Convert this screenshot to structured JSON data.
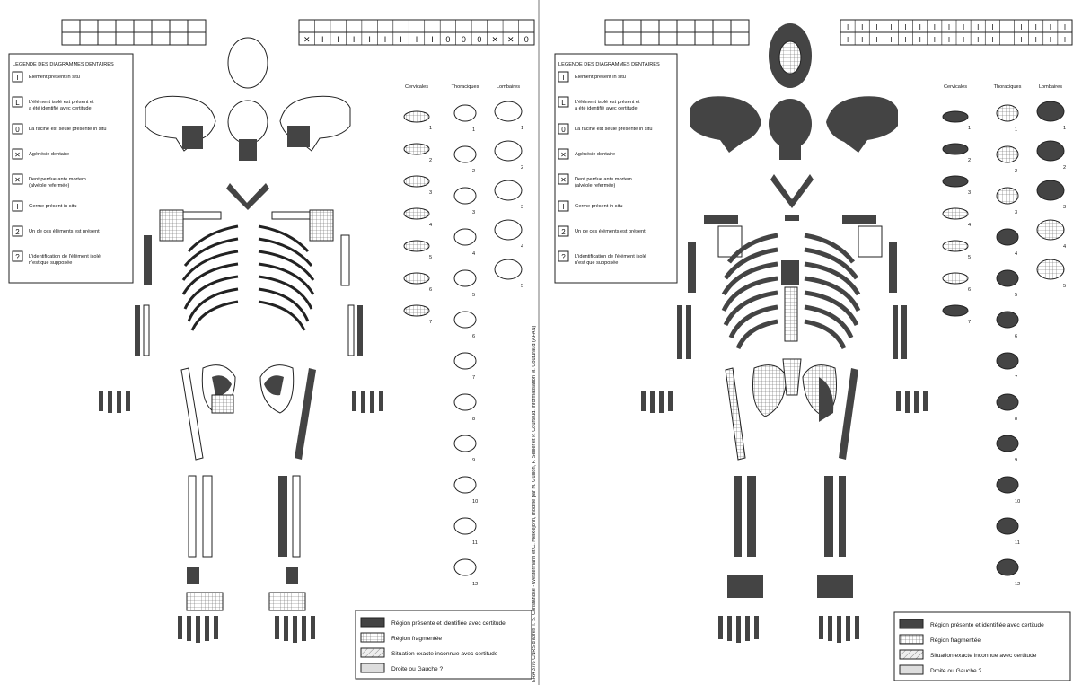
{
  "colors": {
    "present": "#444444",
    "outline": "#222222",
    "paper": "#ffffff",
    "fragment_grid": "#666666",
    "uncertain": "#dddddd"
  },
  "sheets": [
    {
      "legend": {
        "title": "LEGENDE DES DIAGRAMMES DENTAIRES",
        "items": [
          {
            "symbol": "I",
            "lines": [
              "Elément  présent in situ"
            ]
          },
          {
            "symbol": "L",
            "lines": [
              "L'élément isolé est présent et",
              "a été identifié avec certitude"
            ]
          },
          {
            "symbol": "0",
            "lines": [
              "La racine est seule présente in situ"
            ]
          },
          {
            "symbol": "✕",
            "lines": [
              "Agénésie dentaire"
            ]
          },
          {
            "symbol": "✕",
            "lines": [
              "Dent perdue ante mortem",
              "(alvéole refermée)"
            ]
          },
          {
            "symbol": "I",
            "lines": [
              "Germe présent in situ"
            ]
          },
          {
            "symbol": "2",
            "lines": [
              "Un de ces éléments est  présent"
            ]
          },
          {
            "symbol": "?",
            "lines": [
              "L'identification de l'élément isolé",
              "n'est que supposée"
            ]
          }
        ]
      },
      "teeth_right": [
        "✕",
        "I",
        "I",
        "I",
        "I",
        "I",
        "I",
        "I",
        "I",
        "0",
        "0",
        "0",
        "✕",
        "✕",
        "0"
      ],
      "vertebra_headers": [
        "Cervicales",
        "Thoraciques",
        "Lombaires"
      ],
      "cervical_numbers": [
        "1",
        "2",
        "3",
        "4",
        "5",
        "6",
        "7"
      ],
      "thoracic_numbers": [
        "1",
        "2",
        "3",
        "4",
        "5",
        "6",
        "7",
        "8",
        "9",
        "10",
        "11",
        "12"
      ],
      "lumbar_numbers": [
        "1",
        "2",
        "3",
        "4",
        "5"
      ],
      "region_legend": [
        "Région présente et identifiée avec certitude",
        "Région fragmentée",
        "Situation exacte inconnue avec certitude",
        "Droite ou Gauche ?"
      ],
      "credit": "ERA 37/6 CNRS d'après T. S. Constandse - Westermann et C. Meiklejohn, modifié par M. Guillon, P. Sellier et P. Courtaud. Informatisation M. Couturaud (AFAN)"
    },
    {
      "legend": {
        "title": "LEGENDE DES DIAGRAMMES DENTAIRES",
        "items": [
          {
            "symbol": "I",
            "lines": [
              "Elément  présent in situ"
            ]
          },
          {
            "symbol": "L",
            "lines": [
              "L'élément isolé est présent et",
              "a été identifié avec certitude"
            ]
          },
          {
            "symbol": "0",
            "lines": [
              "La racine est seule présente in situ"
            ]
          },
          {
            "symbol": "✕",
            "lines": [
              "Agénésie dentaire"
            ]
          },
          {
            "symbol": "✕",
            "lines": [
              "Dent perdue ante mortem",
              "(alvéole refermée)"
            ]
          },
          {
            "symbol": "I",
            "lines": [
              "Germe présent in situ"
            ]
          },
          {
            "symbol": "2",
            "lines": [
              "Un de ces éléments est  présent"
            ]
          },
          {
            "symbol": "?",
            "lines": [
              "L'identification de l'élément isolé",
              "n'est que supposée"
            ]
          }
        ]
      },
      "teeth_right_top": [
        "I",
        "I",
        "I",
        "I",
        "I",
        "I",
        "I",
        "I",
        "I",
        "I",
        "I",
        "I",
        "I",
        "I",
        "I",
        "I"
      ],
      "teeth_right_bottom": [
        "I",
        "I",
        "I",
        "I",
        "I",
        "I",
        "I",
        "I",
        "I",
        "I",
        "I",
        "I",
        "I",
        "I",
        "I",
        "I"
      ],
      "vertebra_headers": [
        "Cervicales",
        "Thoraciques",
        "Lombaires"
      ],
      "cervical_numbers": [
        "1",
        "2",
        "3",
        "4",
        "5",
        "6",
        "7"
      ],
      "thoracic_numbers": [
        "1",
        "2",
        "3",
        "4",
        "5",
        "6",
        "7",
        "8",
        "9",
        "10",
        "11",
        "12"
      ],
      "lumbar_numbers": [
        "1",
        "2",
        "3",
        "4",
        "5"
      ],
      "region_legend": [
        "Région présente et identifiée avec certitude",
        "Région fragmentée",
        "Situation exacte inconnue avec certitude",
        "Droite ou Gauche ?"
      ]
    }
  ]
}
